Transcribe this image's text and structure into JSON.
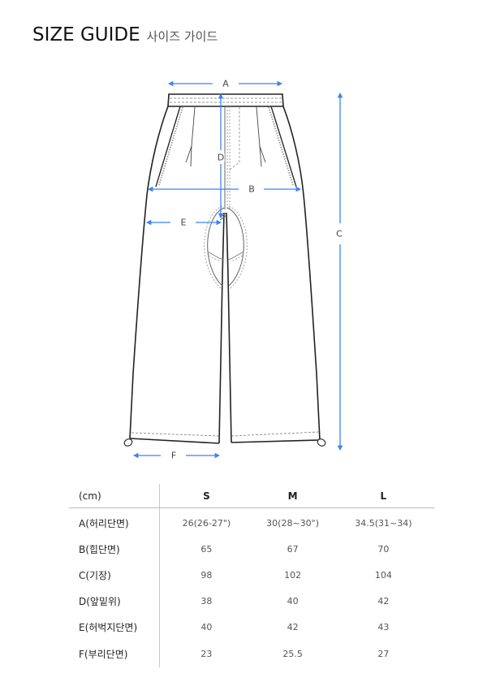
{
  "header": {
    "title_en": "SIZE GUIDE",
    "title_ko": "사이즈 가이드"
  },
  "diagram": {
    "garment": "wide-leg pants",
    "accent_color": "#3b82f6",
    "labels": {
      "A": "A",
      "B": "B",
      "C": "C",
      "D": "D",
      "E": "E",
      "F": "F"
    }
  },
  "table": {
    "unit_header": "(cm)",
    "sizes": [
      "S",
      "M",
      "L"
    ],
    "rows": [
      {
        "label": "A(허리단면)",
        "values": [
          "26(26-27\")",
          "30(28~30\")",
          "34.5(31~34)"
        ]
      },
      {
        "label": "B(힙단면)",
        "values": [
          "65",
          "67",
          "70"
        ]
      },
      {
        "label": "C(기장)",
        "values": [
          "98",
          "102",
          "104"
        ]
      },
      {
        "label": "D(앞밑위)",
        "values": [
          "38",
          "40",
          "42"
        ]
      },
      {
        "label": "E(허벅지단면)",
        "values": [
          "40",
          "42",
          "43"
        ]
      },
      {
        "label": "F(부리단면)",
        "values": [
          "23",
          "25.5",
          "27"
        ]
      }
    ]
  }
}
